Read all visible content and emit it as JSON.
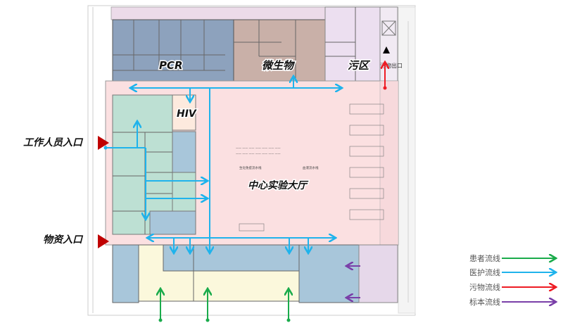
{
  "zones": {
    "pcr": "PCR",
    "microbiology": "微生物",
    "dirty_area": "污区",
    "hiv": "HIV",
    "main_hall": "中心实验大厅"
  },
  "entrances": {
    "staff_entrance": "工作人员入口",
    "supply_entrance": "物资入口",
    "waste_exit": "污物出口"
  },
  "hall_labels": {
    "biochem_line": "生化免疫流水线",
    "blood_line": "血液流水线"
  },
  "legend": [
    {
      "label": "患者流线",
      "color": "#1aab4b"
    },
    {
      "label": "医护流线",
      "color": "#1fb3ec"
    },
    {
      "label": "污物流线",
      "color": "#ee1c24"
    },
    {
      "label": "标本流线",
      "color": "#7a3fa8"
    }
  ],
  "colors": {
    "pcr": "#8da2bd",
    "micro": "#c9b0a8",
    "dirty": "#e6d8ea",
    "hall": "#fbe0e1",
    "office": "#bde0d3",
    "blue_room": "#a8c6da",
    "waiting": "#fbf8dc",
    "hiv": "#fdeade"
  }
}
